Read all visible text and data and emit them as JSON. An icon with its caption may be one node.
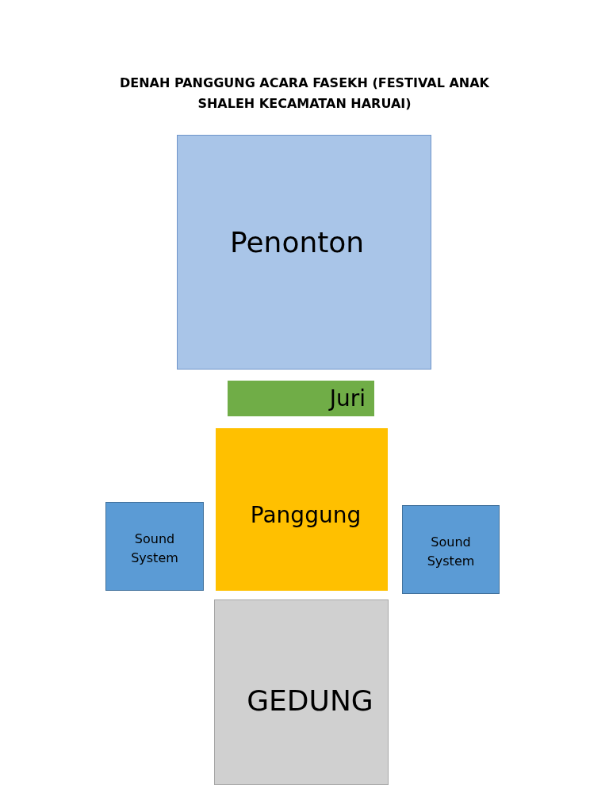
{
  "diagram": {
    "title": "DENAH PANGGUNG ACARA FASEKH (FESTIVAL ANAK SHALEH KECAMATAN HARUAI)",
    "nodes": [
      {
        "text": [
          "Penonton"
        ]
      },
      {
        "text": [
          "Juri"
        ]
      },
      {
        "text": [
          "Panggung"
        ]
      },
      {
        "text": [
          "Sound System"
        ]
      },
      {
        "text": [
          "Sound System"
        ]
      },
      {
        "text": [
          "GEDUNG"
        ]
      }
    ]
  }
}
